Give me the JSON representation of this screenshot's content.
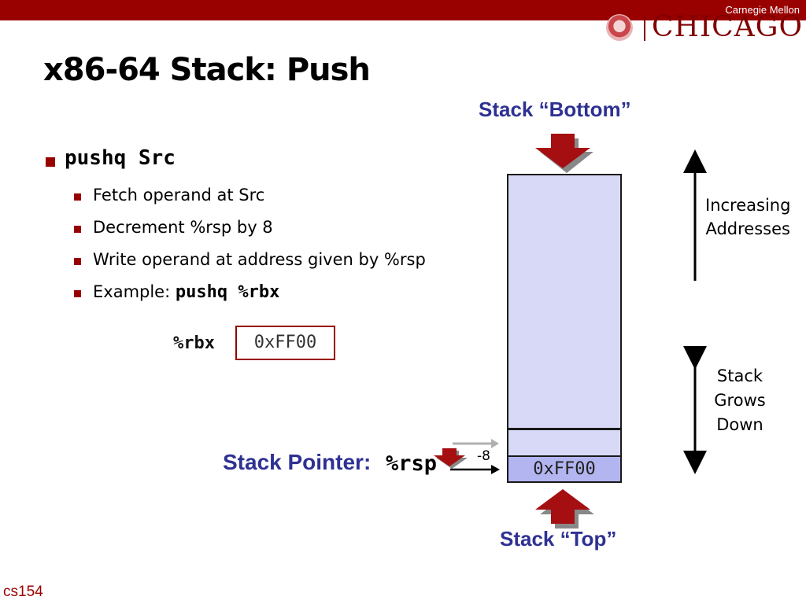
{
  "header": {
    "institution": "Carnegie Mellon",
    "logo_text": "CHICAGO",
    "accent_color": "#990000"
  },
  "slide": {
    "title": "x86-64 Stack: Push",
    "bullet": {
      "text": "pushq Src",
      "sub_bullets": [
        "Fetch operand at Src",
        "Decrement %rsp by 8",
        "Write operand at address given by %rsp"
      ],
      "example_label": "Example: ",
      "example_code": "pushq %rbx"
    },
    "register": {
      "name": "%rbx",
      "value": "0xFF00"
    }
  },
  "diagram": {
    "stack_bottom_label": "Stack “Bottom”",
    "stack_top_label": "Stack “Top”",
    "stack_pointer_label": "Stack Pointer: ",
    "stack_pointer_reg": "%rsp",
    "decrement": "-8",
    "top_cell_value": "0xFF00",
    "increasing_addresses": [
      "Increasing",
      "Addresses"
    ],
    "stack_grows_down": [
      "Stack",
      "Grows",
      "Down"
    ],
    "colors": {
      "label_blue": "#2e3192",
      "stack_fill": "#d8d9f6",
      "top_cell_fill": "#b3b5f0",
      "arrow_red": "#a50f12"
    }
  },
  "footer": {
    "course": "cs154"
  }
}
